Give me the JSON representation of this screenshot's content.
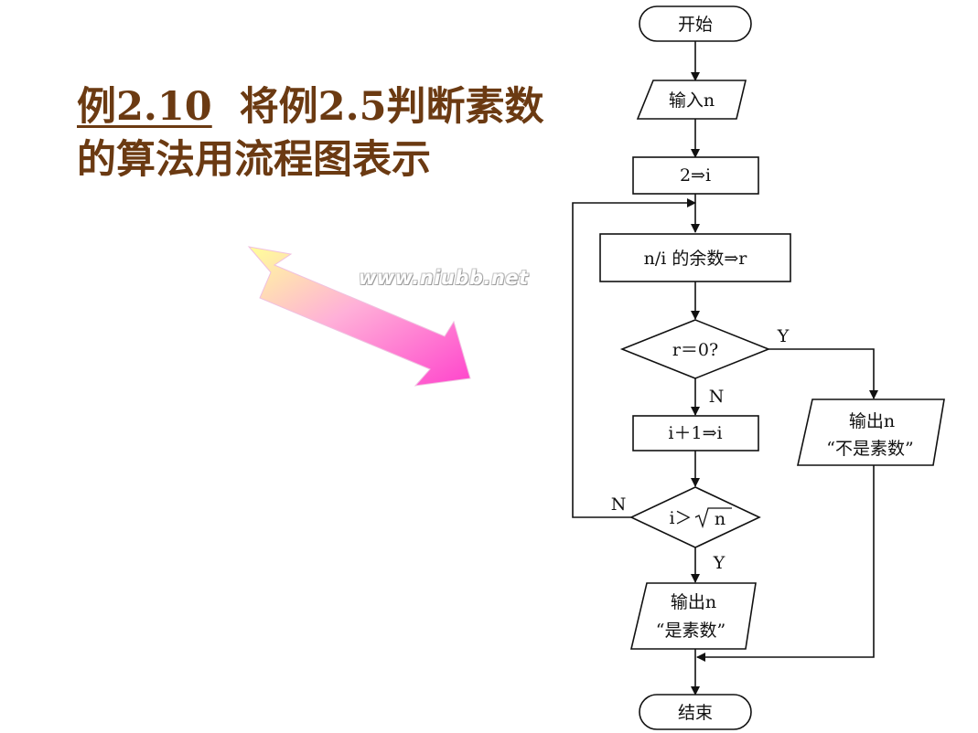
{
  "title": {
    "example_label": "例2.10",
    "line1_rest": "将例2.5判断素数",
    "line2": "的算法用流程图表示"
  },
  "watermark": "www.niubb.net",
  "flowchart": {
    "start": "开始",
    "input": "输入n",
    "init": "2⇒i",
    "remainder": "n/i 的余数⇒r",
    "cond_r": "r＝0?",
    "cond_r_yes": "Y",
    "cond_r_no": "N",
    "increment": "i＋1⇒i",
    "cond_i_left": "i＞",
    "cond_i_sqrt_arg": "n",
    "cond_i_yes": "Y",
    "cond_i_no": "N",
    "output_not_prime_line1": "输出n",
    "output_not_prime_line2": "“不是素数”",
    "output_prime_line1": "输出n",
    "output_prime_line2": "“是素数”",
    "end": "结束"
  },
  "colors": {
    "title": "#6b3a12",
    "arrow_start": "#ffff99",
    "arrow_end": "#ff44cc"
  }
}
